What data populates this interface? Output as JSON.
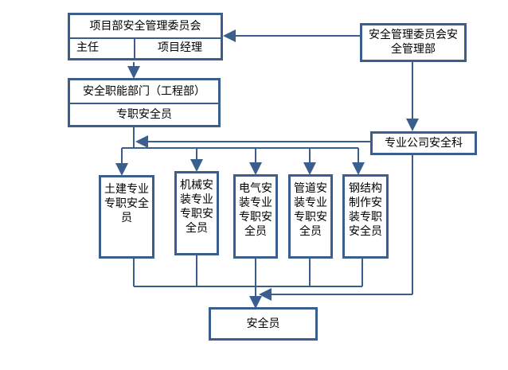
{
  "nodes": {
    "project_committee": {
      "title": "项目部安全管理委员会",
      "left_label": "主任",
      "right_label": "项目经理"
    },
    "company_committee": {
      "line1": "安全管理委员会安",
      "line2": "全管理部"
    },
    "safety_dept": {
      "title": "安全职能部门（工程部）",
      "sub": "专职安全员"
    },
    "company_safety_section": {
      "title": "专业公司安全科"
    },
    "civil": {
      "text": "土建专业\n专职安全\n员"
    },
    "mechanical": {
      "text": "机械安\n装专业\n专职安\n全员"
    },
    "electrical": {
      "text": "电气安\n装专业\n专职安\n全员"
    },
    "pipeline": {
      "text": "管道安\n装专业\n专职安\n全员"
    },
    "steel": {
      "text": "钢结构\n制作安\n装专职\n安全员"
    },
    "safety_officer": {
      "title": "安全员"
    }
  },
  "colors": {
    "line": "#3a5f8f",
    "box_border": "#3a5f8f"
  }
}
